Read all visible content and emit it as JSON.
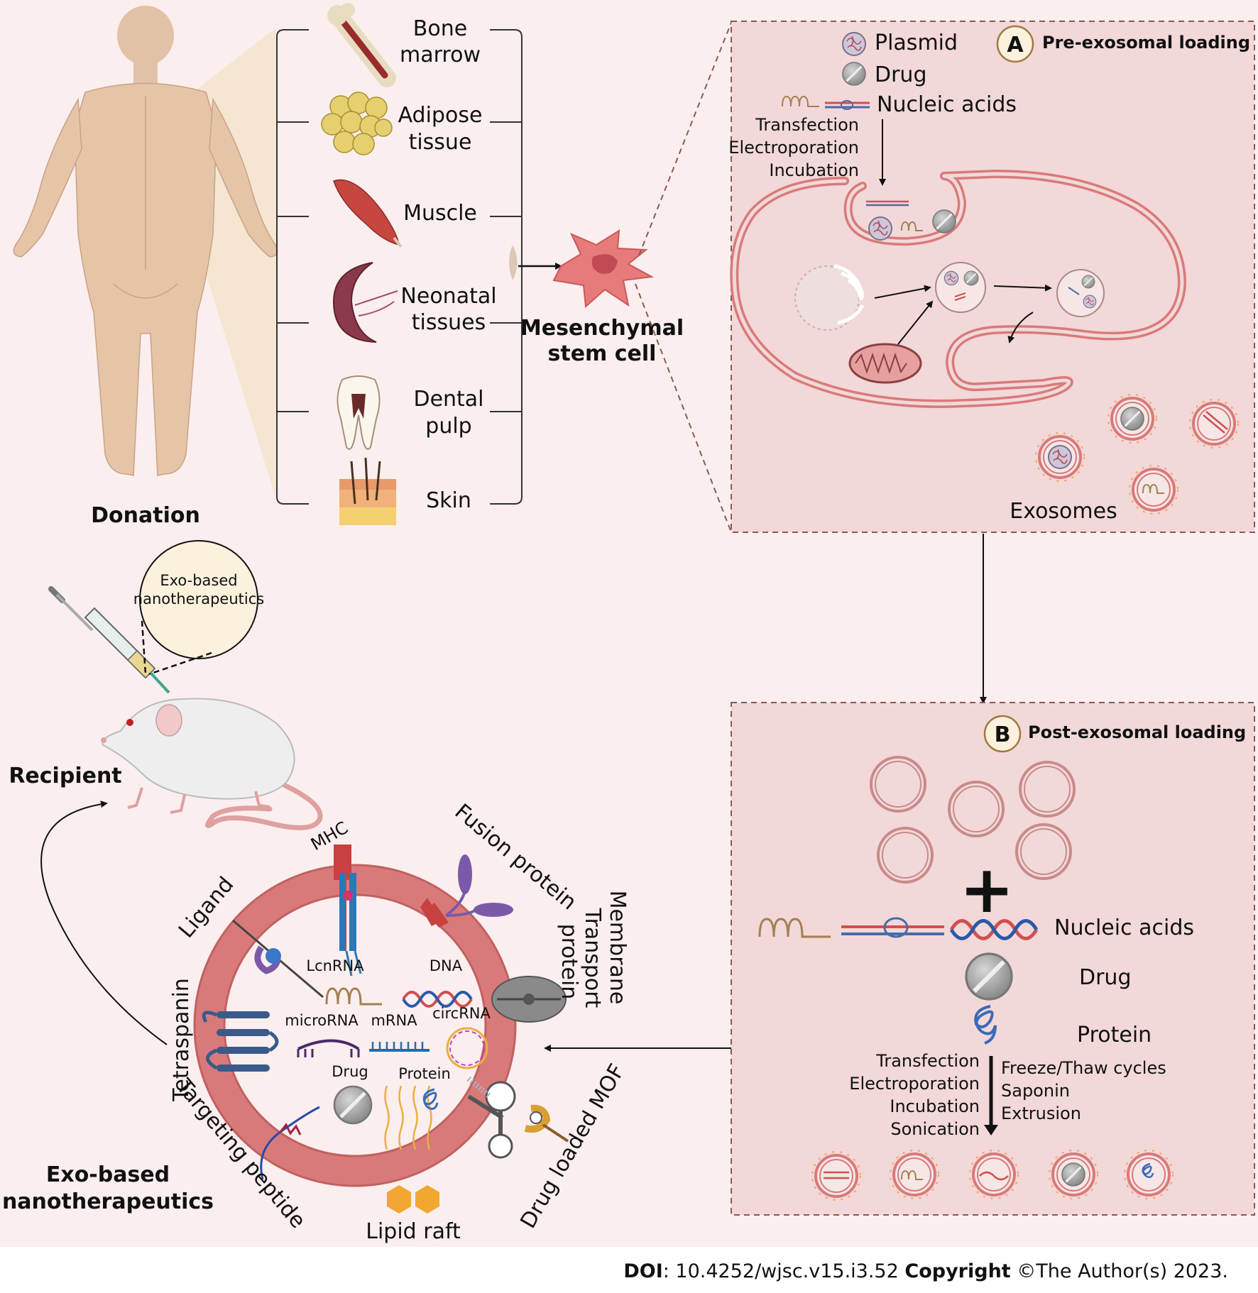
{
  "donation": {
    "title": "Donation",
    "sources": [
      {
        "line1": "Bone",
        "line2": "marrow"
      },
      {
        "line1": "Adipose",
        "line2": "tissue"
      },
      {
        "line1": "Muscle",
        "line2": ""
      },
      {
        "line1": "Neonatal",
        "line2": "tissues"
      },
      {
        "line1": "Dental",
        "line2": "pulp"
      },
      {
        "line1": "Skin",
        "line2": ""
      }
    ]
  },
  "msc": {
    "line1": "Mesenchymal",
    "line2": "stem cell"
  },
  "panel_a": {
    "badge": "A",
    "title": "Pre-exosomal loading",
    "legend": [
      "Plasmid",
      "Drug",
      "Nucleic acids"
    ],
    "methods": [
      "Transfection",
      "Electroporation",
      "Incubation"
    ],
    "exosomes_label": "Exosomes"
  },
  "panel_b": {
    "badge": "B",
    "title": "Post-exosomal loading",
    "plus": "+",
    "cargo": [
      "Nucleic acids",
      "Drug",
      "Protein"
    ],
    "methods_left": [
      "Transfection",
      "Electroporation",
      "Incubation",
      "Sonication"
    ],
    "methods_right": [
      "Freeze/Thaw cycles",
      "Saponin",
      "Extrusion"
    ]
  },
  "recipient": {
    "title": "Recipient",
    "bubble": {
      "line1": "Exo-based",
      "line2": "nanotherapeutics"
    }
  },
  "exosome": {
    "title": {
      "line1": "Exo-based",
      "line2": "nanotherapeutics"
    },
    "outer_labels": {
      "mhc": "MHC",
      "fusion": "Fusion protein",
      "membrane": {
        "line1": "Membrane",
        "line2": "Transport",
        "line3": "protein"
      },
      "ligand": "Ligand",
      "tetraspanin": "Tetraspanin",
      "targeting": "Targeting peptide",
      "lipid_raft": "Lipid raft",
      "mof": "Drug loaded MOF"
    },
    "inner_labels": {
      "lcnrna": "LcnRNA",
      "dna": "DNA",
      "microrna": "microRNA",
      "mrna": "mRNA",
      "circrna": "circRNA",
      "drug": "Drug",
      "protein": "Protein"
    }
  },
  "footer": {
    "doi_label": "DOI",
    "doi_value": ": 10.4252/wjsc.v15.i3.52 ",
    "copyright_label": "Copyright",
    "copyright_value": " ©The Author(s) 2023."
  },
  "colors": {
    "background": "#fbeeee",
    "panel_fill": "#f2d8d8",
    "panel_border": "#8a5a55",
    "membrane": "#d97a7a",
    "msc_cell": "#e77a7a",
    "badge_fill": "#fbf1dc"
  }
}
